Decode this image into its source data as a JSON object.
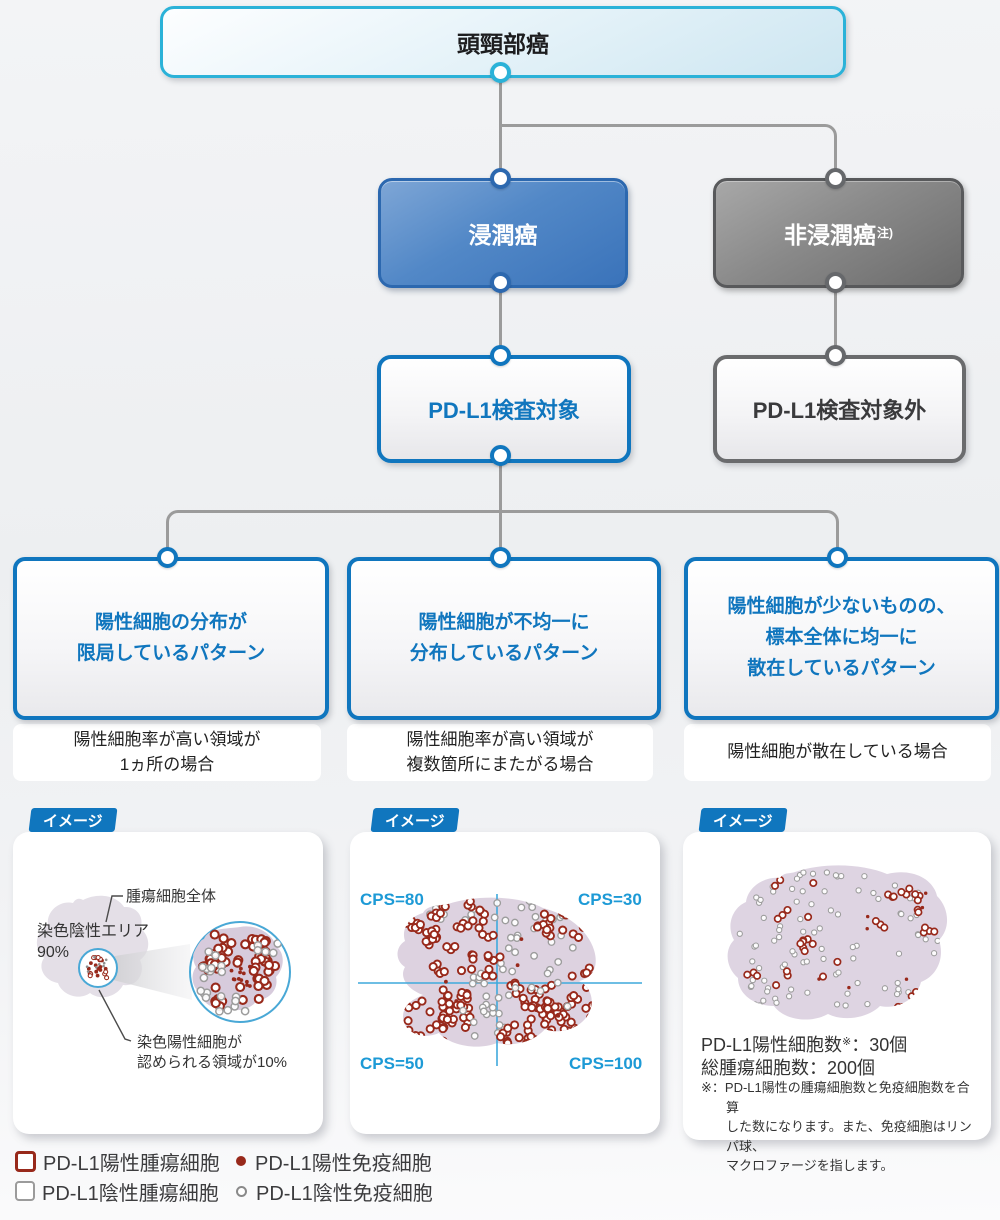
{
  "flowchart": {
    "root": {
      "label": "頭頸部癌"
    },
    "invasive": {
      "label": "浸潤癌"
    },
    "noninvasive": {
      "label": "非浸潤癌",
      "note_mark": "注)"
    },
    "target": {
      "label": "PD-L1検査対象"
    },
    "nontarget": {
      "label": "PD-L1検査対象外"
    },
    "patterns": [
      {
        "title_lines": [
          "陽性細胞の分布が",
          "限局しているパターン"
        ],
        "caption_lines": [
          "陽性細胞率が高い領域が",
          "1ヵ所の場合"
        ]
      },
      {
        "title_lines": [
          "陽性細胞が不均一に",
          "分布しているパターン"
        ],
        "caption_lines": [
          "陽性細胞率が高い領域が",
          "複数箇所にまたがる場合"
        ]
      },
      {
        "title_lines": [
          "陽性細胞が少ないものの、",
          "標本全体に均一に",
          "散在しているパターン"
        ],
        "caption_lines": [
          "陽性細胞が散在している場合"
        ]
      }
    ]
  },
  "cards": {
    "badge_label": "イメージ",
    "card1": {
      "tumor_all_label": "腫瘍細胞全体",
      "negative_area_line1": "染色陰性エリア",
      "negative_area_line2": "90%",
      "positive_area_line1": "染色陽性細胞が",
      "positive_area_line2": "認められる領域が10%"
    },
    "card2": {
      "cps_top_left": "CPS=80",
      "cps_top_right": "CPS=30",
      "cps_bottom_left": "CPS=50",
      "cps_bottom_right": "CPS=100"
    },
    "card3": {
      "positive_count_label": "PD-L1陽性細胞数",
      "positive_count_mark": "※",
      "positive_count_value": "：30個",
      "total_count_label": "総腫瘍細胞数：200個",
      "note_lines": [
        "※：PD-L1陽性の腫瘍細胞数と免疫細胞数を合算",
        "した数になります。また、免疫細胞はリンパ球、",
        "マクロファージを指します。"
      ]
    }
  },
  "legend": {
    "items": [
      {
        "label": "PD-L1陽性腫瘍細胞"
      },
      {
        "label": "PD-L1陽性免疫細胞"
      },
      {
        "label": "PD-L1陰性腫瘍細胞"
      },
      {
        "label": "PD-L1陰性免疫細胞"
      }
    ]
  },
  "colors": {
    "accent_cyan": "#2bb2d8",
    "accent_blue": "#1076be",
    "dark_blue": "#2c68af",
    "gray_box": "#6a6b6d",
    "connector_gray": "#9b9b9b",
    "cps_text": "#1d9ad6",
    "cell_positive": "#98291b",
    "cell_negative": "#9c9c9c",
    "tissue_fill": "#ded3e1"
  },
  "cells": {
    "card1_magnified": {
      "positive_rings": 33,
      "negative_rings": 25,
      "positive_dots": 12
    },
    "card1_overview": {
      "positive_dots": 10,
      "positive_rings": 5,
      "negative_specks": 8
    },
    "card2": {
      "tl_positive": 32,
      "tl_negative": 19,
      "tr_negative": 28,
      "tr_positive": 12,
      "tr_dots": 2,
      "bl_positive": 26,
      "bl_negative": 17,
      "bl_dots": 2,
      "br_positive": 45,
      "br_negative": 5,
      "br_dots": 1
    },
    "card3": {
      "negative_rings": 100,
      "positive_rings": 21,
      "positive_dots": 7
    }
  }
}
